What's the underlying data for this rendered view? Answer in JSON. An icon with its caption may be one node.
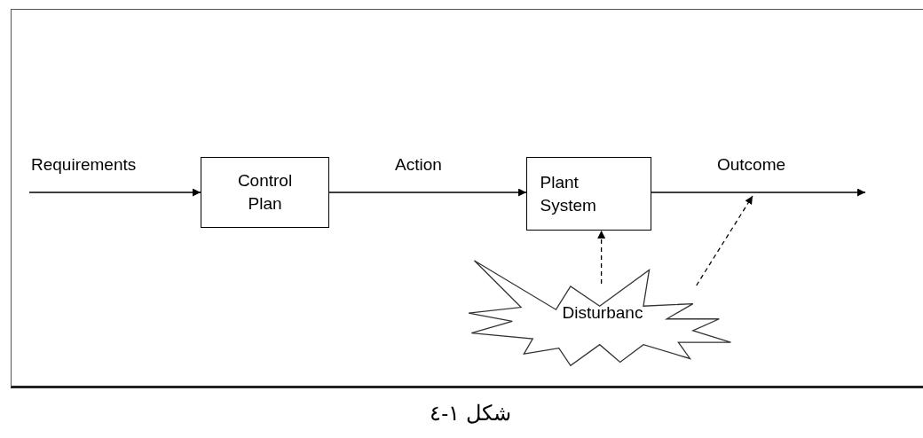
{
  "diagram": {
    "caption": "شكل ١-٤",
    "nodes": [
      {
        "text": [
          "Control Plan"
        ]
      },
      {
        "text": [
          "Plant System"
        ]
      },
      {
        "text": [
          "Disturbanc"
        ]
      }
    ],
    "edges": [
      {
        "from": null,
        "to": 0,
        "arrow": "to",
        "label": "Requirements"
      },
      {
        "from": 0,
        "to": 1,
        "arrow": "to",
        "label": "Action"
      },
      {
        "from": 1,
        "to": null,
        "arrow": "to",
        "label": "Outcome"
      },
      {
        "from": 2,
        "to": 1,
        "arrow": "to",
        "style": "dashed"
      },
      {
        "from": 2,
        "to": null,
        "arrow": "to",
        "style": "dashed"
      }
    ]
  }
}
